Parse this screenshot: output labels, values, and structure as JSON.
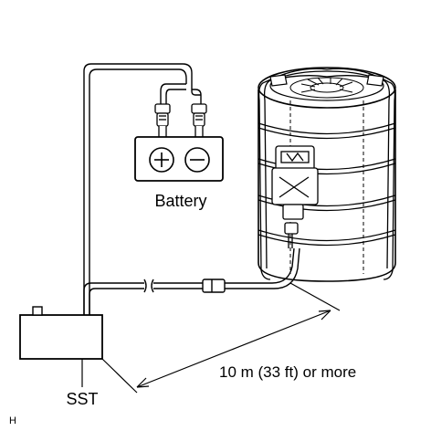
{
  "labels": {
    "battery": "Battery",
    "sst": "SST",
    "distance": "10 m (33 ft) or more",
    "corner_code": "H",
    "plus_symbol": "+",
    "minus_symbol": "−"
  },
  "colors": {
    "line": "#000000",
    "fill": "#ffffff",
    "stripe": "#d9d9d9"
  }
}
